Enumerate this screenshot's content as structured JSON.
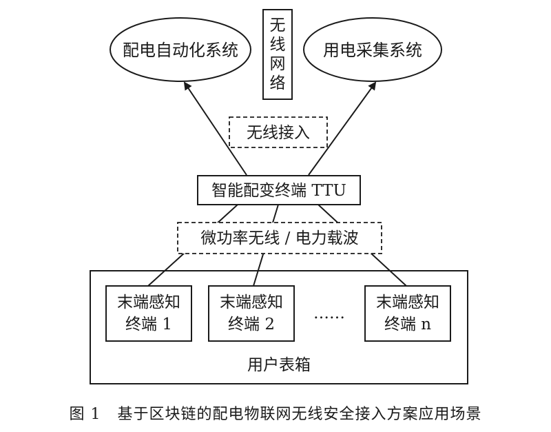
{
  "nodes": {
    "dist_auto": "配电自动化系统",
    "power_collect": "用电采集系统",
    "wireless_network": [
      "无",
      "线",
      "网",
      "络"
    ],
    "wireless_access": "无线接入",
    "ttu": "智能配变终端 TTU",
    "micro_wireless": "微功率无线 / 电力载波",
    "terminal_1": [
      "末端感知",
      "终端 1"
    ],
    "terminal_2": [
      "末端感知",
      "终端 2"
    ],
    "ellipsis": "……",
    "terminal_n": [
      "末端感知",
      "终端 n"
    ],
    "user_box": "用户表箱"
  },
  "caption": {
    "number": "图 1",
    "title": "基于区块链的配电物联网无线安全接入方案应用场景"
  }
}
